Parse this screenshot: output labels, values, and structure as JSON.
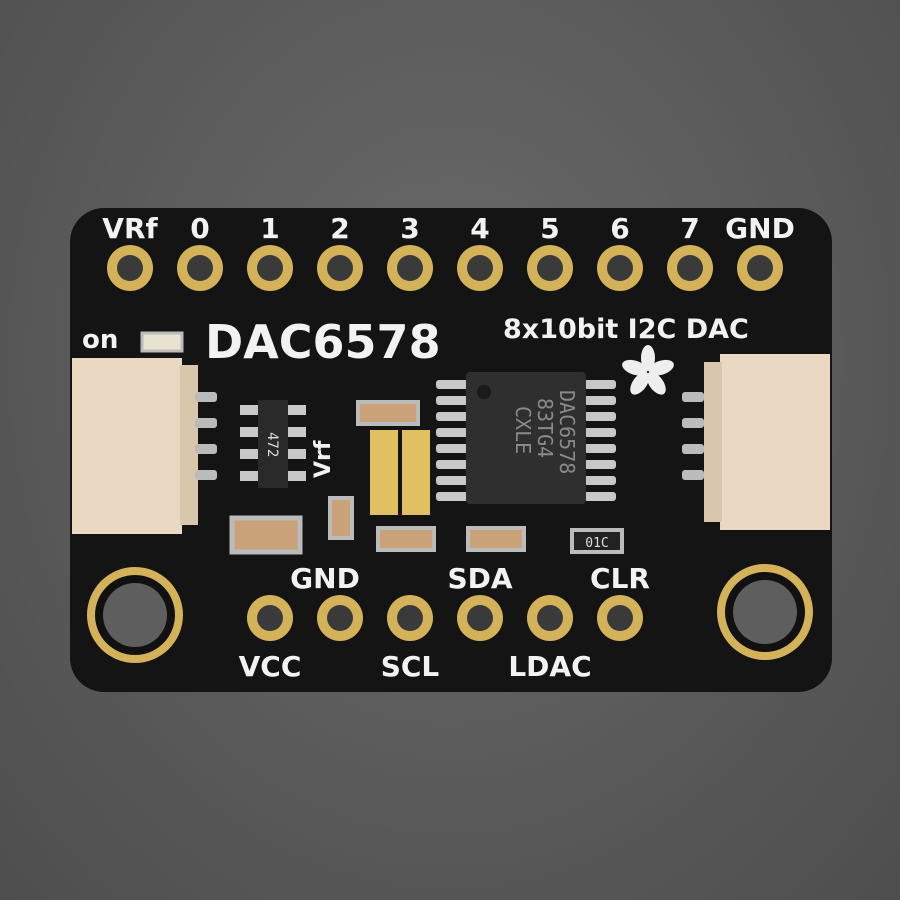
{
  "board": {
    "title": "DAC6578",
    "subtitle": "8x10bit I2C DAC",
    "power_led_label": "on",
    "vref_label": "Vrf",
    "top_pins": [
      "VRf",
      "0",
      "1",
      "2",
      "3",
      "4",
      "5",
      "6",
      "7",
      "GND"
    ],
    "bottom_labels_upper": [
      "GND",
      "SDA",
      "CLR"
    ],
    "bottom_labels_lower": [
      "VCC",
      "SCL",
      "LDAC"
    ],
    "chip_markings": [
      "DAC6578",
      "83TG4",
      "CXLE"
    ],
    "resistor_network_marking": "472",
    "resistor_marking": "01C",
    "colors": {
      "board": "#141414",
      "gold": "#d4b25a",
      "connector": "#e9d9c2",
      "background": "#5c5c5c"
    }
  }
}
